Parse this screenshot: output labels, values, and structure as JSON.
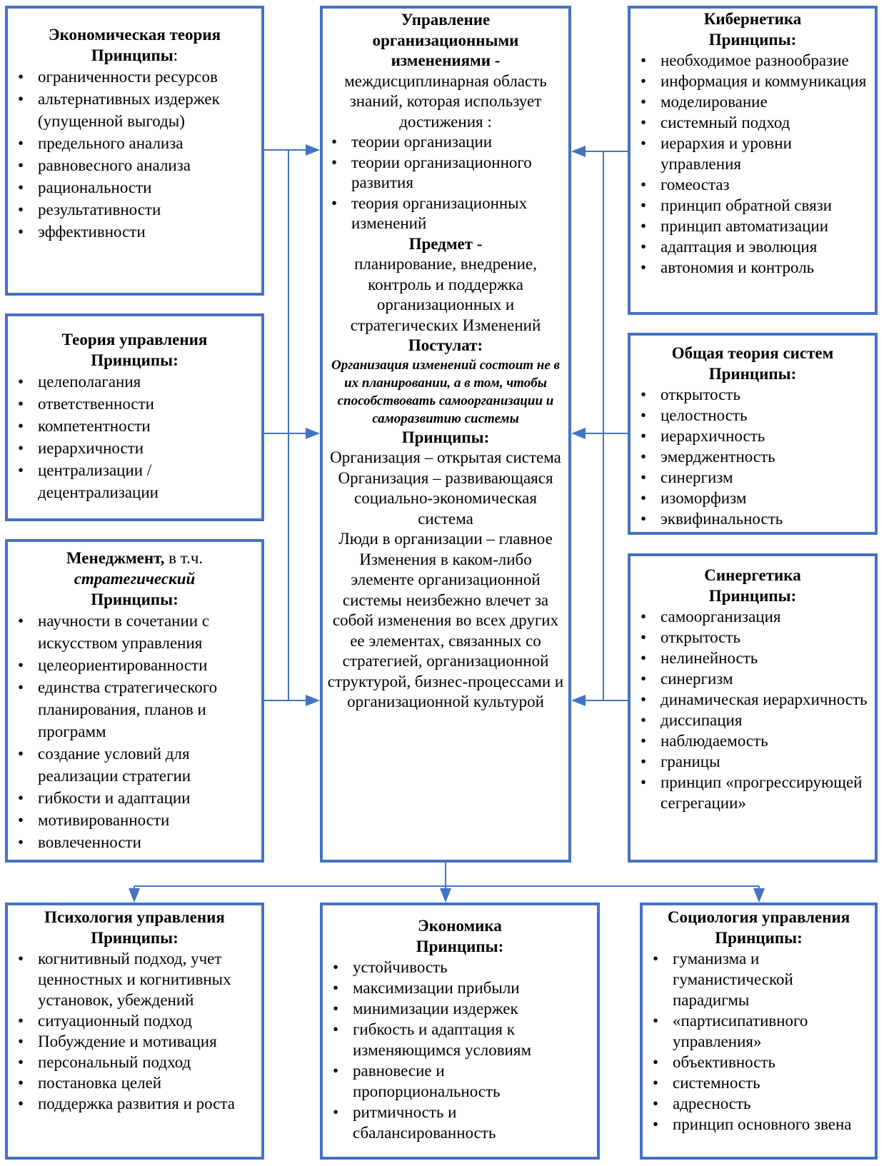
{
  "econ_theory": {
    "title": "Экономическая теория",
    "principles": "Принципы",
    "colon": ":",
    "items": [
      "ограниченности ресурсов",
      "альтернативных издержек (упущенной выгоды)",
      "предельного анализа",
      "равновесного анализа",
      "рациональности",
      "результативности",
      "эффективности"
    ]
  },
  "mgmt_theory": {
    "title": "Теория управления",
    "principles": "Принципы:",
    "items": [
      "целеполагания",
      "ответственности",
      "компетентности",
      "иерархичности",
      "централизации / децентрализации"
    ]
  },
  "management": {
    "title": "Менеджмент,",
    "title_suffix": " в т.ч.",
    "subtitle": "стратегический",
    "principles": "Принципы:",
    "items": [
      "научности в сочетании с искусством управления",
      "целеориентированности",
      "единства стратегического планирования, планов и программ",
      "создание условий для реализации стратегии",
      "гибкости и адаптации",
      "мотивированности",
      "вовлеченности"
    ]
  },
  "center": {
    "title": "Управление организационными изменениями -",
    "intro": "междисциплинарная область знаний, которая использует достижения :",
    "items": [
      "теории организации",
      "теории организационного развития",
      "теория организационных изменений"
    ],
    "subject_label": "Предмет -",
    "subject_text": "планирование,  внедрение, контроль и поддержка организационных и стратегических Изменений",
    "postulate_label": "Постулат:",
    "postulate_text": "Организация изменений состоит не в их планировании, а в том, чтобы способствовать самоорганизации и саморазвитию системы",
    "principles": "Принципы:",
    "principle_lines": [
      "Организация – открытая система",
      "Организация – развивающаяся социально-экономическая система",
      "Люди в организации – главное",
      "Изменения в каком-либо элементе организационной системы неизбежно влечет за собой изменения во всех других ее элементах, связанных со стратегией, организационной структурой, бизнес-процессами и организационной культурой"
    ]
  },
  "cybernetics": {
    "title": "Кибернетика",
    "principles": "Принципы:",
    "items": [
      "необходимое разнообразие",
      "информация и коммуникация",
      "моделирование",
      "системный подход",
      "иерархия и уровни управления",
      "гомеостаз",
      "принцип обратной связи",
      "принцип автоматизации",
      "адаптация и эволюция",
      "автономия и контроль"
    ]
  },
  "systems": {
    "title": "Общая теория систем",
    "principles": "Принципы:",
    "items": [
      "открытость",
      "целостность",
      "иерархичность",
      "эмерджентность",
      "синергизм",
      "изоморфизм",
      "эквифинальность"
    ]
  },
  "synergetics": {
    "title": "Синергетика",
    "principles": "Принципы:",
    "items": [
      "самоорганизация",
      "открытость",
      "нелинейность",
      "синергизм",
      "динамическая иерархичность",
      "диссипация",
      "наблюдаемость",
      "границы",
      "принцип «прогрессирующей сегрегации»"
    ]
  },
  "psychology": {
    "title": "Психология управления",
    "principles": "Принципы:",
    "items": [
      "когнитивный подход, учет ценностных и когнитивных установок, убеждений",
      "ситуационный подход",
      "Побуждение и мотивация",
      "персональный подход",
      "постановка целей",
      "поддержка развития и роста"
    ]
  },
  "economics": {
    "title": "Экономика",
    "principles": "Принципы:",
    "items": [
      "устойчивость",
      "максимизации прибыли",
      "минимизации издержек",
      "гибкость и адаптация к изменяющимся условиям",
      "равновесие и пропорциональность",
      "ритмичность и сбалансированность"
    ]
  },
  "sociology": {
    "title": "Социология управления",
    "principles": "Принципы:",
    "items": [
      "гуманизма и гуманистической парадигмы",
      "«партисипативного управления»",
      "объективность",
      "системность",
      "адресность",
      "принцип основного звена"
    ]
  },
  "colors": {
    "border": "#4472C4"
  }
}
